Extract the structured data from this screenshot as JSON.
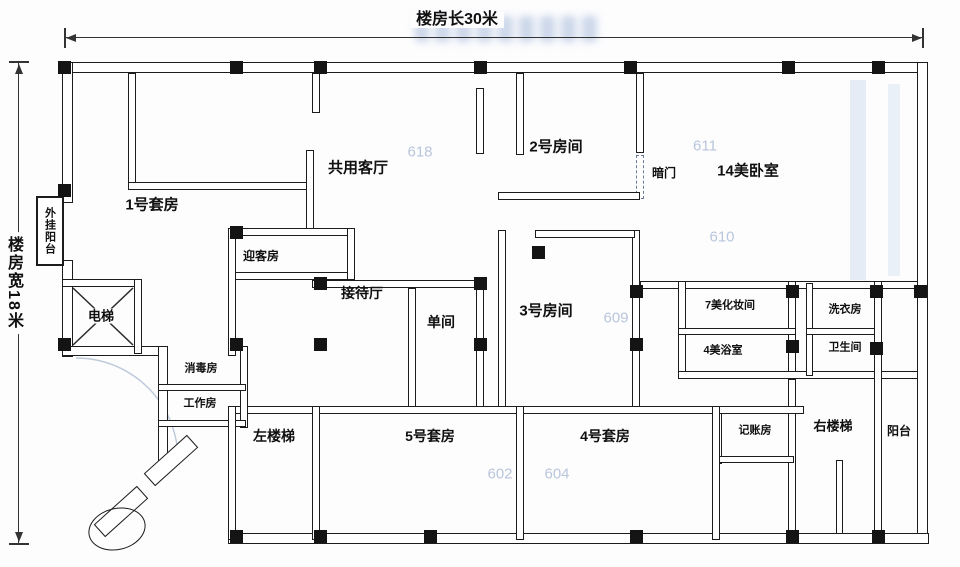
{
  "dimensions": {
    "length": "楼房长30米",
    "width": "楼房宽18米"
  },
  "rooms": {
    "suite1": "1号套房",
    "shared_living": "共用客厅",
    "room2": "2号房间",
    "hidden_door": "暗门",
    "bedroom14": "14美卧室",
    "ext_balcony": "外挂阳台",
    "welcome_room": "迎客房",
    "reception_hall": "接待厅",
    "single_room": "单间",
    "room3": "3号房间",
    "makeup_room7": "7美化妆间",
    "laundry": "洗衣房",
    "bath4": "4美浴室",
    "toilet": "卫生间",
    "elevator": "电梯",
    "disinfection": "消毒房",
    "work_room": "工作房",
    "left_stairs": "左楼梯",
    "suite5": "5号套房",
    "suite4": "4号套房",
    "accounting": "记账房",
    "right_stairs": "右楼梯",
    "balcony": "阳台"
  },
  "watermarks": {
    "a": "618",
    "b": "611",
    "c": "610",
    "d": "609",
    "e": "602",
    "f": "604"
  },
  "colors": {
    "wall": "#1c1c1c",
    "column": "#141414",
    "dimension": "#333333",
    "watermark": "#8098c0"
  }
}
